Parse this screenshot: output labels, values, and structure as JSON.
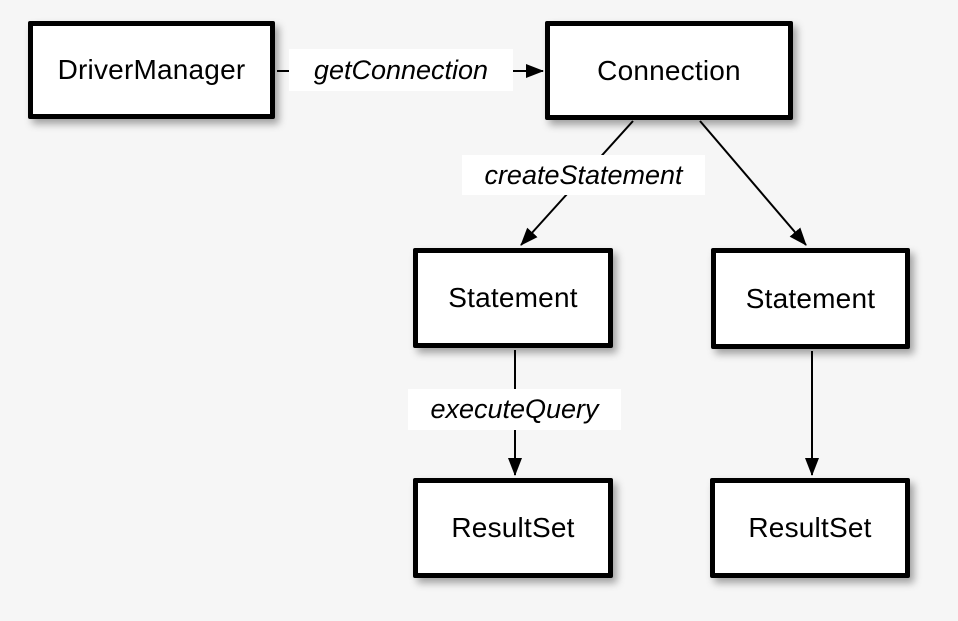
{
  "diagram": {
    "type": "flow-diagram",
    "colors": {
      "background": "#f6f6f6",
      "node_fill": "#ffffff",
      "node_border": "#000000",
      "text": "#000000",
      "edge": "#000000",
      "label_background": "#ffffff"
    },
    "nodes": [
      {
        "id": "driver-manager",
        "label": "DriverManager"
      },
      {
        "id": "connection",
        "label": "Connection"
      },
      {
        "id": "statement-left",
        "label": "Statement"
      },
      {
        "id": "statement-right",
        "label": "Statement"
      },
      {
        "id": "resultset-left",
        "label": "ResultSet"
      },
      {
        "id": "resultset-right",
        "label": "ResultSet"
      }
    ],
    "edges": [
      {
        "from": "driver-manager",
        "to": "connection",
        "label": "getConnection"
      },
      {
        "from": "connection",
        "to": "statement-left",
        "label": "createStatement"
      },
      {
        "from": "connection",
        "to": "statement-right",
        "label": ""
      },
      {
        "from": "statement-left",
        "to": "resultset-left",
        "label": "executeQuery"
      },
      {
        "from": "statement-right",
        "to": "resultset-right",
        "label": ""
      }
    ]
  }
}
